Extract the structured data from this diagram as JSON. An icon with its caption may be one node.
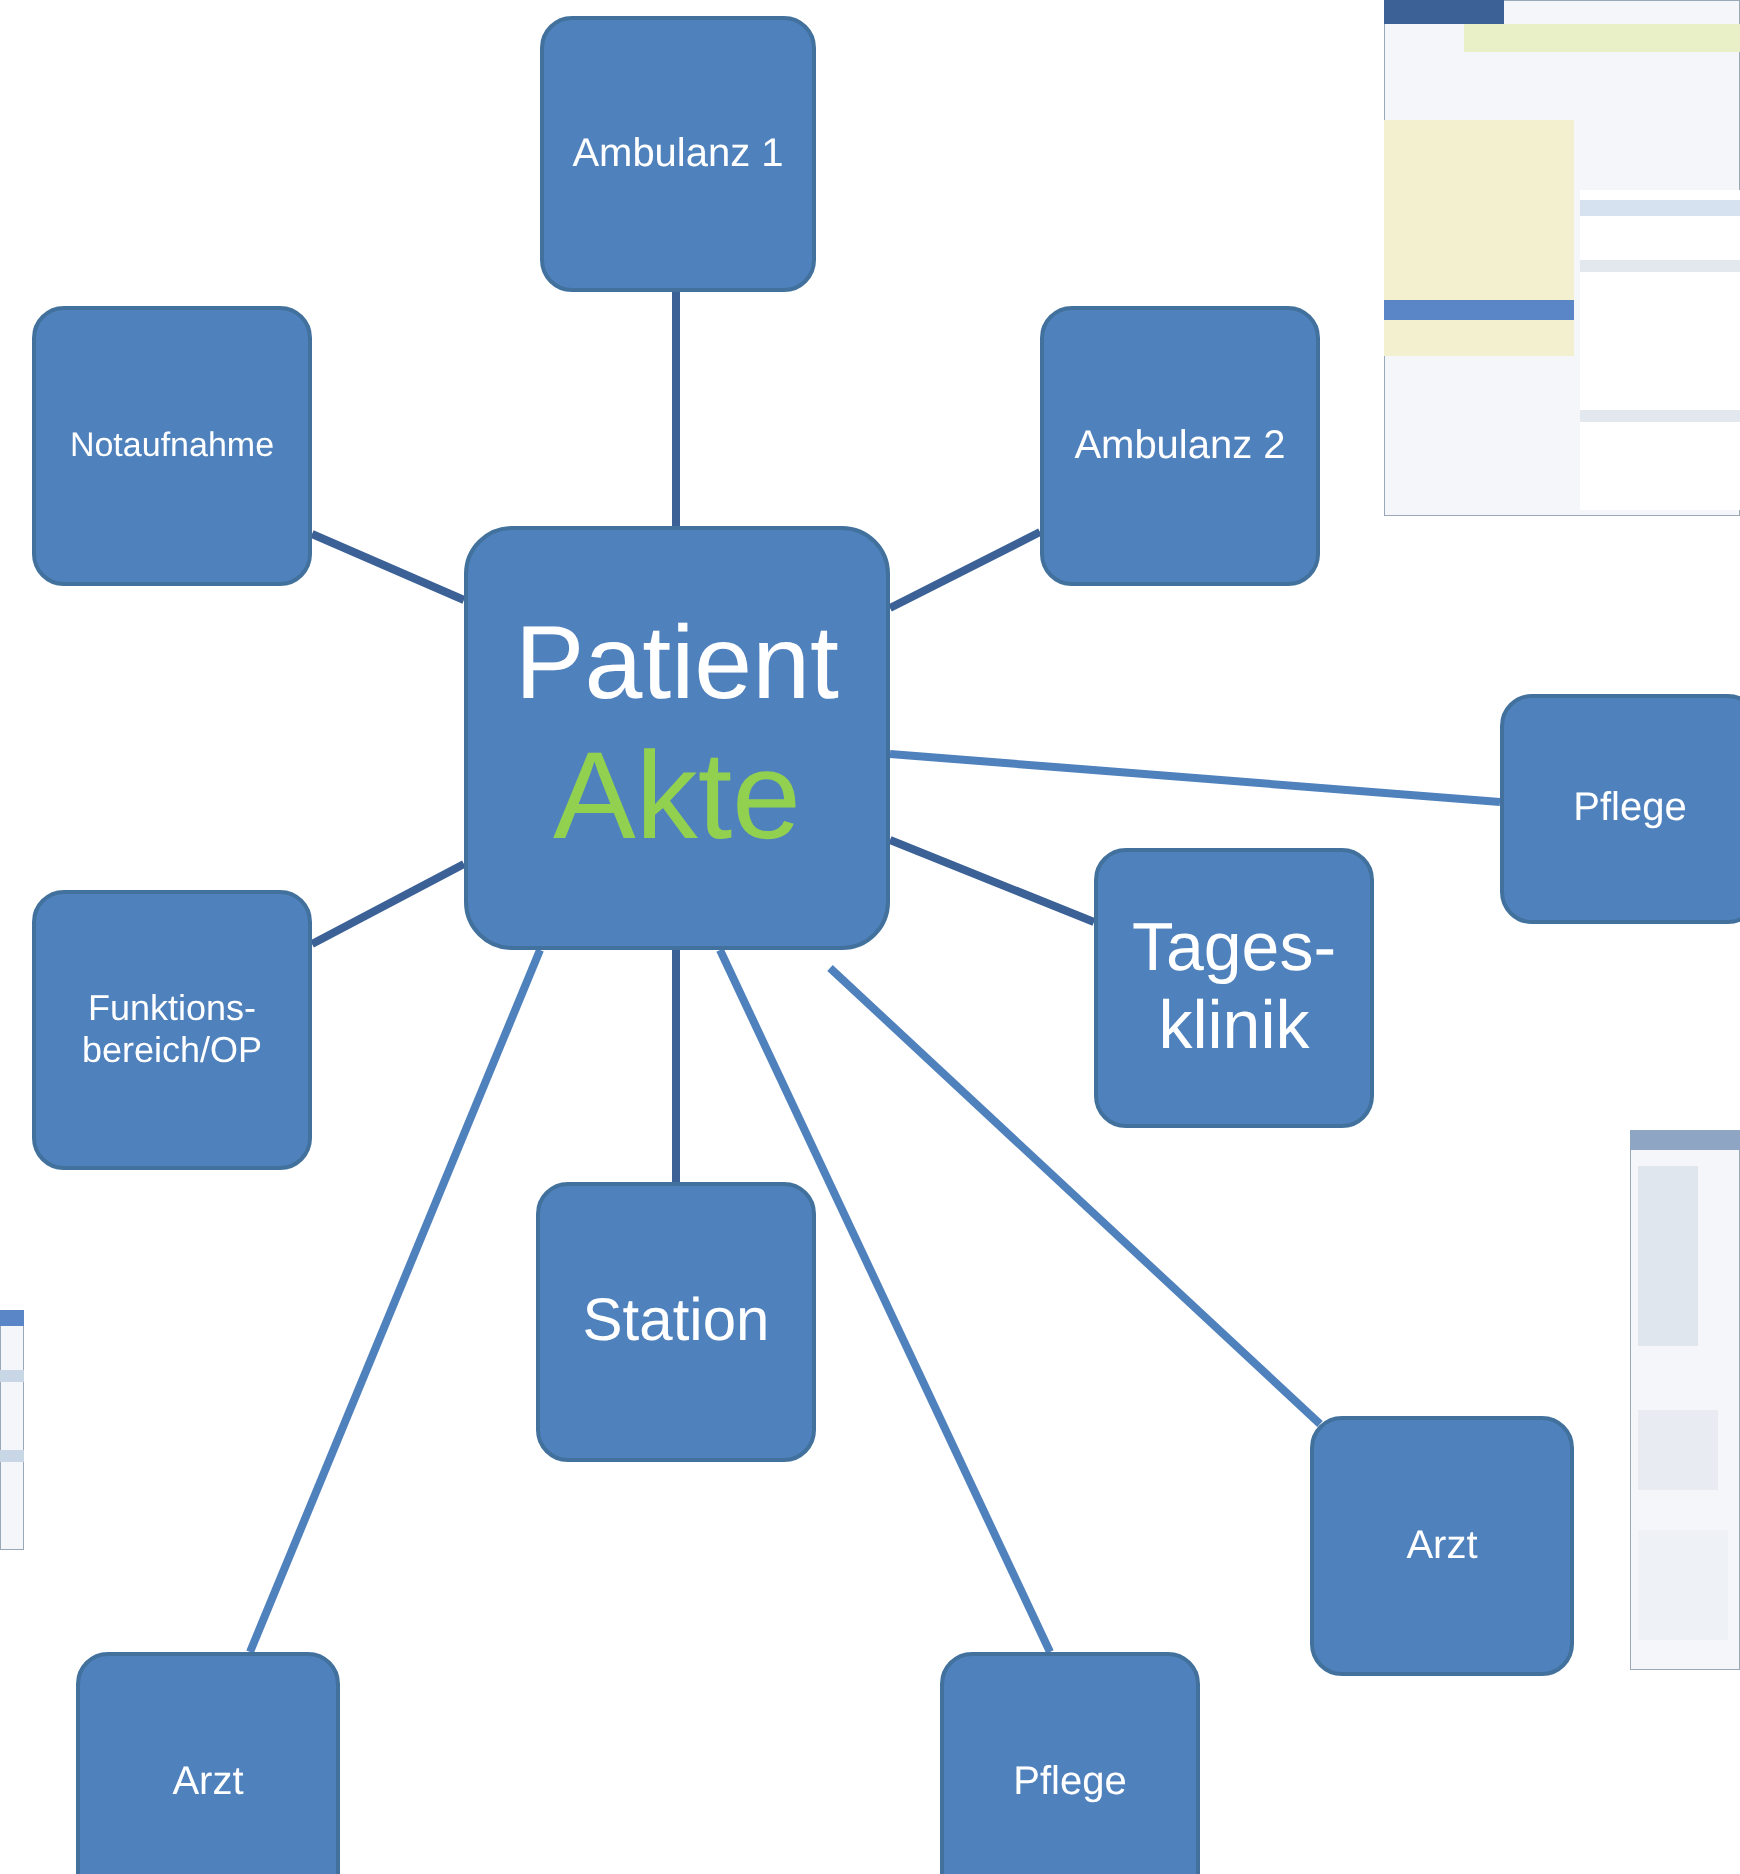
{
  "diagram": {
    "nodes": [
      {
        "text": [
          "Patient",
          "Akte"
        ]
      },
      {
        "text": [
          "Ambulanz 1"
        ]
      },
      {
        "text": [
          "Notaufnahme"
        ]
      },
      {
        "text": [
          "Ambulanz 2"
        ]
      },
      {
        "text": [
          "Pflege"
        ]
      },
      {
        "text": [
          "Tages- klinik"
        ]
      },
      {
        "text": [
          "Funktions- bereich/OP"
        ]
      },
      {
        "text": [
          "Station"
        ]
      },
      {
        "text": [
          "Arzt"
        ]
      },
      {
        "text": [
          "Arzt"
        ]
      },
      {
        "text": [
          "Pflege"
        ]
      }
    ],
    "edges": [
      {
        "from": 0,
        "to": 1,
        "arrow": "none"
      },
      {
        "from": 0,
        "to": 2,
        "arrow": "none"
      },
      {
        "from": 0,
        "to": 3,
        "arrow": "none"
      },
      {
        "from": 0,
        "to": 4,
        "arrow": "none",
        "color": "#4f81bd"
      },
      {
        "from": 0,
        "to": 5,
        "arrow": "none"
      },
      {
        "from": 0,
        "to": 6,
        "arrow": "none"
      },
      {
        "from": 0,
        "to": 7,
        "arrow": "none"
      },
      {
        "from": 0,
        "to": 8,
        "arrow": "none",
        "color": "#4f81bd"
      },
      {
        "from": 0,
        "to": 9,
        "arrow": "none",
        "color": "#4f81bd"
      },
      {
        "from": 0,
        "to": 10,
        "arrow": "none",
        "color": "#4f81bd"
      }
    ]
  }
}
